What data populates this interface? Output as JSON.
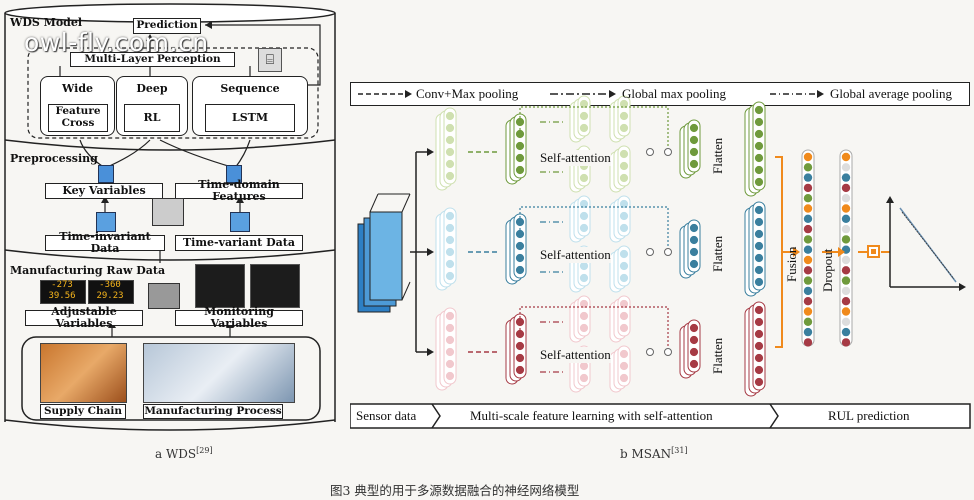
{
  "wds": {
    "model_title": "WDS Model",
    "prediction": "Prediction",
    "mlp": "Multi-Layer Perception",
    "wide": "Wide",
    "feature_cross": "Feature Cross",
    "deep": "Deep",
    "rl": "RL",
    "sequence": "Sequence",
    "lstm": "LSTM",
    "preprocessing": "Preprocessing",
    "key_variables": "Key Variables",
    "time_domain_features": "Time-domain Features",
    "time_invariant_data": "Time-invariant Data",
    "time_variant_data": "Time-variant Data",
    "raw_data": "Manufacturing Raw Data",
    "adjustable_variables": "Adjustable Variables",
    "monitoring_variables": "Monitoring Variables",
    "supply_chain": "Supply Chain",
    "manufacturing_process": "Manufacturing Process",
    "display_values": [
      "-273",
      "-360",
      "39.56",
      "29.23"
    ]
  },
  "watermark": "owl-fly.com.cn",
  "msan": {
    "legend": {
      "conv": "Conv+Max pooling",
      "gmp": "Global max pooling",
      "gap": "Global average pooling"
    },
    "self_attention": "Self-attention",
    "flatten": "Flatten",
    "fusion": "Fusion",
    "dropout": "Dropout",
    "stages": {
      "sensor": "Sensor data",
      "multiscale": "Multi-scale feature learning with self-attention",
      "rul": "RUL prediction"
    },
    "colors": {
      "green": "#6f9a3c",
      "blue": "#3a7f9e",
      "red": "#a63a44",
      "orange": "#f08a1c"
    }
  },
  "captions": {
    "a": "a  WDS",
    "a_ref": "[29]",
    "b": "b  MSAN",
    "b_ref": "[31]",
    "figure": "图3    典型的用于多源数据融合的神经网络模型"
  }
}
